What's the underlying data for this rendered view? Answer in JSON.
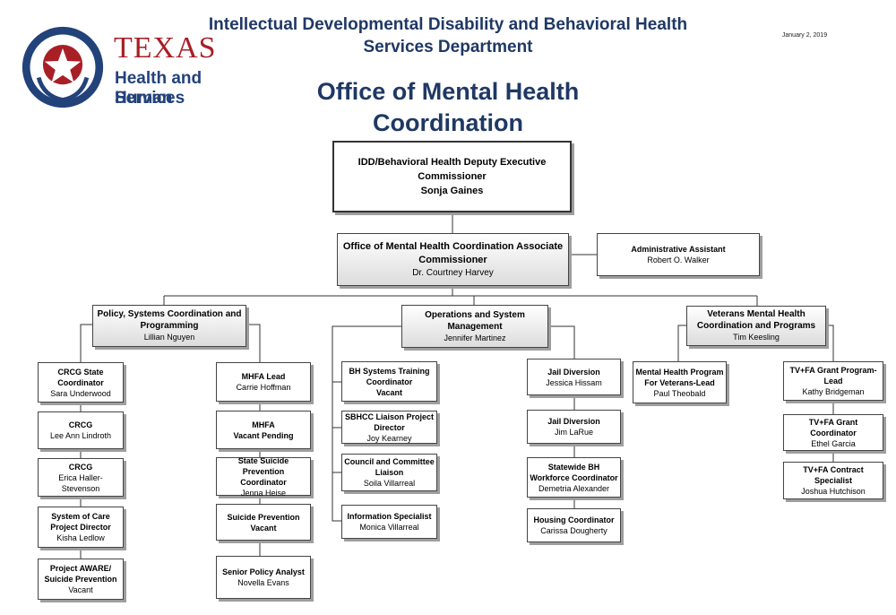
{
  "header": {
    "department": "Intellectual Developmental Disability and Behavioral Health Services Department",
    "office": "Office of Mental Health Coordination",
    "date": "January 2, 2019"
  },
  "logo": {
    "line1": "TEXAS",
    "line2": "Health and Human",
    "line3": "Services"
  },
  "org_chart": {
    "deputy": {
      "title": "IDD/Behavioral Health Deputy Executive Commissioner",
      "name": "Sonja Gaines"
    },
    "associate": {
      "title": "Office of Mental Health Coordination Associate Commissioner",
      "name": "Dr. Courtney Harvey"
    },
    "assistant": {
      "title": "Administrative Assistant",
      "name": "Robert O. Walker"
    },
    "policy": {
      "title": "Policy, Systems Coordination and Programming",
      "name": "Lillian Nguyen"
    },
    "operations": {
      "title": "Operations and System Management",
      "name": "Jennifer Martinez"
    },
    "veterans": {
      "title": "Veterans Mental Health Coordination and Programs",
      "name": "Tim Keesling"
    },
    "crcg_coord": {
      "title": "CRCG State Coordinator",
      "name": "Sara Underwood"
    },
    "crcg1": {
      "title": "CRCG",
      "name": "Lee Ann Lindroth"
    },
    "crcg2": {
      "title": "CRCG",
      "name": "Erica Haller-Stevenson"
    },
    "soc": {
      "title": "System of Care Project Director",
      "name": "Kisha Ledlow"
    },
    "aware": {
      "title": "Project AWARE/ Suicide Prevention",
      "name": "Vacant"
    },
    "mhfa_lead": {
      "title": "MHFA Lead",
      "name": "Carrie Hoffman"
    },
    "mhfa": {
      "title": "MHFA",
      "name": "Vacant Pending"
    },
    "suicide_coord": {
      "title": "State Suicide Prevention Coordinator",
      "name": "Jenna Heise"
    },
    "suicide_prev": {
      "title": "Suicide Prevention",
      "name": "Vacant"
    },
    "senior_policy": {
      "title": "Senior Policy Analyst",
      "name": "Novella Evans"
    },
    "bh_training": {
      "title": "BH Systems Training Coordinator",
      "name": "Vacant"
    },
    "sbhcc": {
      "title": "SBHCC Liaison Project Director",
      "name": "Joy Kearney"
    },
    "council": {
      "title": "Council and Committee Liaison",
      "name": "Soila Villarreal"
    },
    "info_spec": {
      "title": "Information Specialist",
      "name": "Monica Villarreal"
    },
    "jail1": {
      "title": "Jail Diversion",
      "name": "Jessica Hissam"
    },
    "jail2": {
      "title": "Jail Diversion",
      "name": "Jim LaRue"
    },
    "workforce": {
      "title": "Statewide BH Workforce Coordinator",
      "name": "Demetria Alexander"
    },
    "housing": {
      "title": "Housing Coordinator",
      "name": "Carissa Dougherty"
    },
    "mh_vet": {
      "title": "Mental Health Program For Veterans-Lead",
      "name": "Paul Theobald"
    },
    "tvfa_lead": {
      "title": "TV+FA Grant Program-Lead",
      "name": "Kathy Bridgeman"
    },
    "tvfa_coord": {
      "title": "TV+FA Grant Coordinator",
      "name": "Ethel Garcia"
    },
    "tvfa_contract": {
      "title": "TV+FA Contract Specialist",
      "name": "Joshua Hutchison"
    }
  }
}
